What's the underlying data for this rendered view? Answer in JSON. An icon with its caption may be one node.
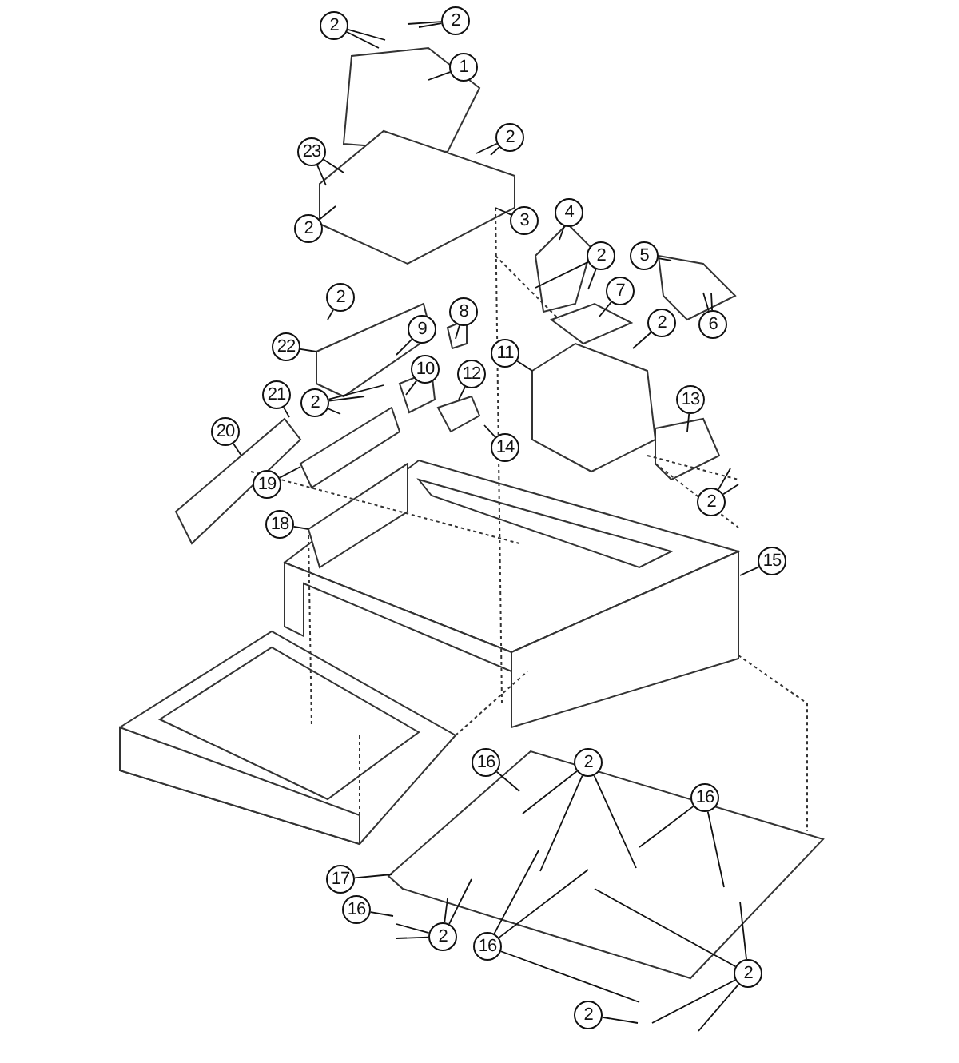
{
  "diagram": {
    "nodes": [
      {
        "text": [
          "2"
        ]
      },
      {
        "text": [
          "2"
        ]
      },
      {
        "text": [
          "1"
        ]
      },
      {
        "text": [
          "2"
        ]
      },
      {
        "text": [
          "23"
        ]
      },
      {
        "text": [
          "4"
        ]
      },
      {
        "text": [
          "3"
        ]
      },
      {
        "text": [
          "2"
        ]
      },
      {
        "text": [
          "2"
        ]
      },
      {
        "text": [
          "5"
        ]
      },
      {
        "text": [
          "7"
        ]
      },
      {
        "text": [
          "2"
        ]
      },
      {
        "text": [
          "8"
        ]
      },
      {
        "text": [
          "2"
        ]
      },
      {
        "text": [
          "6"
        ]
      },
      {
        "text": [
          "9"
        ]
      },
      {
        "text": [
          "22"
        ]
      },
      {
        "text": [
          "11"
        ]
      },
      {
        "text": [
          "10"
        ]
      },
      {
        "text": [
          "12"
        ]
      },
      {
        "text": [
          "21"
        ]
      },
      {
        "text": [
          "13"
        ]
      },
      {
        "text": [
          "2"
        ]
      },
      {
        "text": [
          "20"
        ]
      },
      {
        "text": [
          "14"
        ]
      },
      {
        "text": [
          "19"
        ]
      },
      {
        "text": [
          "2"
        ]
      },
      {
        "text": [
          "18"
        ]
      },
      {
        "text": [
          "15"
        ]
      },
      {
        "text": [
          "16"
        ]
      },
      {
        "text": [
          "2"
        ]
      },
      {
        "text": [
          "16"
        ]
      },
      {
        "text": [
          "17"
        ]
      },
      {
        "text": [
          "16"
        ]
      },
      {
        "text": [
          "2"
        ]
      },
      {
        "text": [
          "16"
        ]
      },
      {
        "text": [
          "2"
        ]
      },
      {
        "text": [
          "2"
        ]
      }
    ],
    "edges": [
      {
        "from": 0,
        "to": null,
        "arrow": "none"
      },
      {
        "from": 0,
        "to": null,
        "arrow": "none"
      },
      {
        "from": 1,
        "to": null,
        "arrow": "none"
      },
      {
        "from": 1,
        "to": null,
        "arrow": "none"
      },
      {
        "from": 2,
        "to": null,
        "arrow": "none"
      },
      {
        "from": 3,
        "to": null,
        "arrow": "none"
      },
      {
        "from": 3,
        "to": null,
        "arrow": "none"
      },
      {
        "from": 4,
        "to": null,
        "arrow": "none"
      },
      {
        "from": 4,
        "to": null,
        "arrow": "none"
      },
      {
        "from": 5,
        "to": null,
        "arrow": "none"
      },
      {
        "from": 6,
        "to": null,
        "arrow": "none"
      },
      {
        "from": 7,
        "to": null,
        "arrow": "none"
      },
      {
        "from": 8,
        "to": null,
        "arrow": "none"
      },
      {
        "from": 8,
        "to": null,
        "arrow": "none"
      },
      {
        "from": 9,
        "to": null,
        "arrow": "none"
      },
      {
        "from": 10,
        "to": null,
        "arrow": "none"
      },
      {
        "from": 11,
        "to": null,
        "arrow": "none"
      },
      {
        "from": 12,
        "to": null,
        "arrow": "none"
      },
      {
        "from": 13,
        "to": null,
        "arrow": "none"
      },
      {
        "from": 14,
        "to": null,
        "arrow": "none"
      },
      {
        "from": 14,
        "to": null,
        "arrow": "none"
      },
      {
        "from": 15,
        "to": null,
        "arrow": "none"
      },
      {
        "from": 16,
        "to": null,
        "arrow": "none"
      },
      {
        "from": 17,
        "to": null,
        "arrow": "none"
      },
      {
        "from": 18,
        "to": null,
        "arrow": "none"
      },
      {
        "from": 19,
        "to": null,
        "arrow": "none"
      },
      {
        "from": 20,
        "to": null,
        "arrow": "none"
      },
      {
        "from": 21,
        "to": null,
        "arrow": "none"
      },
      {
        "from": 22,
        "to": null,
        "arrow": "none"
      },
      {
        "from": 22,
        "to": null,
        "arrow": "none"
      },
      {
        "from": 22,
        "to": null,
        "arrow": "none"
      },
      {
        "from": 23,
        "to": null,
        "arrow": "none"
      },
      {
        "from": 24,
        "to": null,
        "arrow": "none"
      },
      {
        "from": 25,
        "to": null,
        "arrow": "none"
      },
      {
        "from": 26,
        "to": null,
        "arrow": "none"
      },
      {
        "from": 26,
        "to": null,
        "arrow": "none"
      },
      {
        "from": 27,
        "to": null,
        "arrow": "none"
      },
      {
        "from": 28,
        "to": null,
        "arrow": "none"
      },
      {
        "from": 29,
        "to": null,
        "arrow": "none"
      },
      {
        "from": 30,
        "to": null,
        "arrow": "none"
      },
      {
        "from": 30,
        "to": null,
        "arrow": "none"
      },
      {
        "from": 30,
        "to": null,
        "arrow": "none"
      },
      {
        "from": 31,
        "to": null,
        "arrow": "none"
      },
      {
        "from": 31,
        "to": null,
        "arrow": "none"
      },
      {
        "from": 32,
        "to": null,
        "arrow": "none"
      },
      {
        "from": 33,
        "to": null,
        "arrow": "none"
      },
      {
        "from": 34,
        "to": null,
        "arrow": "none"
      },
      {
        "from": 34,
        "to": null,
        "arrow": "none"
      },
      {
        "from": 34,
        "to": null,
        "arrow": "none"
      },
      {
        "from": 34,
        "to": null,
        "arrow": "none"
      },
      {
        "from": 35,
        "to": null,
        "arrow": "none"
      },
      {
        "from": 35,
        "to": null,
        "arrow": "none"
      },
      {
        "from": 35,
        "to": null,
        "arrow": "none"
      },
      {
        "from": 36,
        "to": null,
        "arrow": "none"
      },
      {
        "from": 36,
        "to": null,
        "arrow": "none"
      },
      {
        "from": 36,
        "to": null,
        "arrow": "none"
      },
      {
        "from": 36,
        "to": null,
        "arrow": "none"
      },
      {
        "from": 37,
        "to": null,
        "arrow": "none"
      }
    ]
  }
}
